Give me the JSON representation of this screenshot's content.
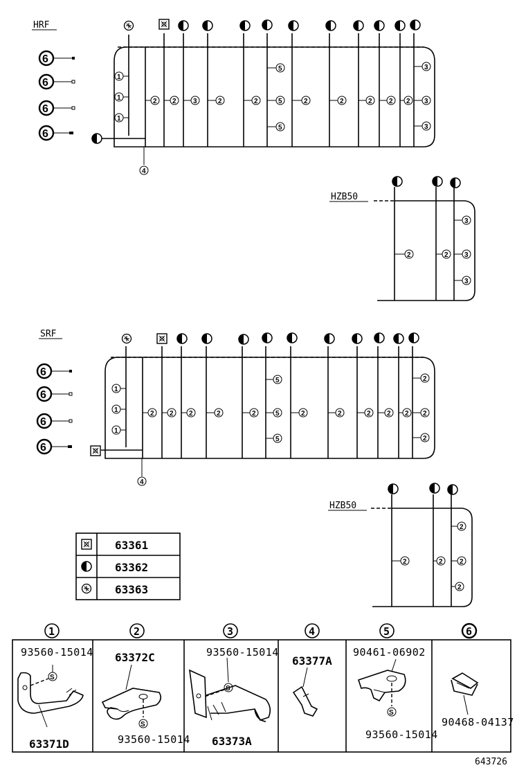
{
  "sections": {
    "hrf_label": "HRF",
    "srf_label": "SRF",
    "hzb50_top_label": "HZB50",
    "hzb50_bottom_label": "HZB50"
  },
  "callouts": {
    "c1": "1",
    "c2": "2",
    "c3": "3",
    "c4": "4",
    "c5": "5",
    "c6": "6"
  },
  "legend": {
    "rows": [
      {
        "symbol": "square-clamp-icon",
        "part": "63361"
      },
      {
        "symbol": "half-filled-circle-icon",
        "part": "63362"
      },
      {
        "symbol": "cross-circle-icon",
        "part": "63363"
      }
    ]
  },
  "parts_table": {
    "columns": [
      {
        "number": "1",
        "parts": [
          "93560-15014",
          "63371D"
        ]
      },
      {
        "number": "2",
        "parts": [
          "63372C",
          "93560-15014"
        ]
      },
      {
        "number": "3",
        "parts": [
          "93560-15014",
          "63373A"
        ]
      },
      {
        "number": "4",
        "parts": [
          "63377A"
        ]
      },
      {
        "number": "5",
        "parts": [
          "90461-06902",
          "93560-15014"
        ]
      },
      {
        "number": "6",
        "parts": [
          "90468-04137"
        ]
      }
    ],
    "screw_mark": "S"
  },
  "figure_id": "643726"
}
